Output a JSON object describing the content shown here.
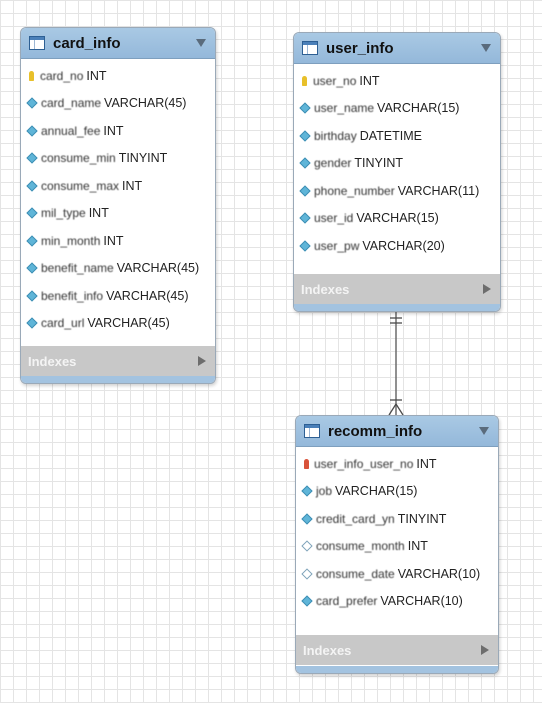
{
  "tables": {
    "card_info": {
      "title": "card_info",
      "indexes_label": "Indexes",
      "columns": [
        {
          "name": "card_no",
          "type": "INT"
        },
        {
          "name": "card_name",
          "type": "VARCHAR(45)"
        },
        {
          "name": "annual_fee",
          "type": "INT"
        },
        {
          "name": "consume_min",
          "type": "TINYINT"
        },
        {
          "name": "consume_max",
          "type": "INT"
        },
        {
          "name": "mil_type",
          "type": "INT"
        },
        {
          "name": "min_month",
          "type": "INT"
        },
        {
          "name": "benefit_name",
          "type": "VARCHAR(45)"
        },
        {
          "name": "benefit_info",
          "type": "VARCHAR(45)"
        },
        {
          "name": "card_url",
          "type": "VARCHAR(45)"
        }
      ]
    },
    "user_info": {
      "title": "user_info",
      "indexes_label": "Indexes",
      "columns": [
        {
          "name": "user_no",
          "type": "INT"
        },
        {
          "name": "user_name",
          "type": "VARCHAR(15)"
        },
        {
          "name": "birthday",
          "type": "DATETIME"
        },
        {
          "name": "gender",
          "type": "TINYINT"
        },
        {
          "name": "phone_number",
          "type": "VARCHAR(11)"
        },
        {
          "name": "user_id",
          "type": "VARCHAR(15)"
        },
        {
          "name": "user_pw",
          "type": "VARCHAR(20)"
        }
      ]
    },
    "recomm_info": {
      "title": "recomm_info",
      "indexes_label": "Indexes",
      "columns": [
        {
          "name": "user_info_user_no",
          "type": "INT"
        },
        {
          "name": "job",
          "type": "VARCHAR(15)"
        },
        {
          "name": "credit_card_yn",
          "type": "TINYINT"
        },
        {
          "name": "consume_month",
          "type": "INT"
        },
        {
          "name": "consume_date",
          "type": "VARCHAR(10)"
        },
        {
          "name": "card_prefer",
          "type": "VARCHAR(10)"
        }
      ]
    }
  }
}
